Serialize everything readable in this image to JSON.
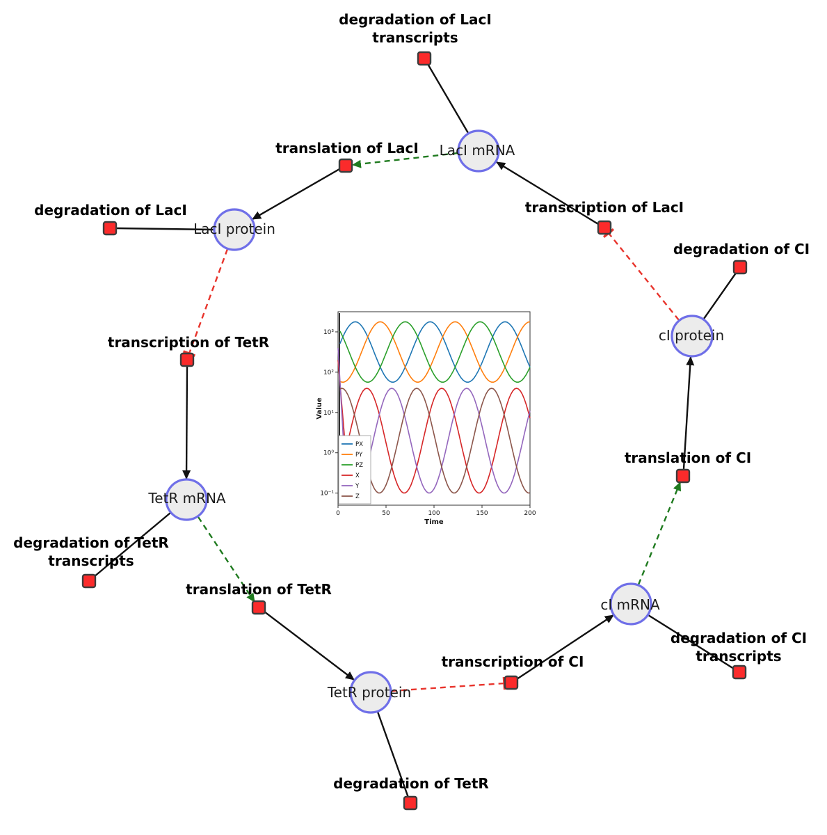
{
  "diagram": {
    "species": [
      {
        "label": "LacI mRNA"
      },
      {
        "label": "LacI protein"
      },
      {
        "label": "cI protein"
      },
      {
        "label": "TetR mRNA"
      },
      {
        "label": "cI mRNA"
      },
      {
        "label": "TetR protein"
      }
    ],
    "reactions": [
      {
        "line1": "degradation of LacI",
        "line2": "transcripts"
      },
      {
        "line1": "translation of LacI",
        "line2": ""
      },
      {
        "line1": "degradation of LacI",
        "line2": ""
      },
      {
        "line1": "transcription of LacI",
        "line2": ""
      },
      {
        "line1": "degradation of CI",
        "line2": ""
      },
      {
        "line1": "transcription of TetR",
        "line2": ""
      },
      {
        "line1": "degradation of TetR",
        "line2": "transcripts"
      },
      {
        "line1": "translation of TetR",
        "line2": ""
      },
      {
        "line1": "degradation of TetR",
        "line2": ""
      },
      {
        "line1": "transcription of CI",
        "line2": ""
      },
      {
        "line1": "degradation of CI",
        "line2": "transcripts"
      },
      {
        "line1": "translation of CI",
        "line2": ""
      }
    ],
    "colors": {
      "species_fill": "#ececec",
      "species_stroke": "#6f6fe8",
      "reaction_fill": "#fb2b2b",
      "reaction_stroke": "#3c3c3c",
      "edge_black": "#111111",
      "edge_activation_green": "#1f7a1f",
      "edge_inhibition_red": "#e8342c"
    }
  },
  "chart_data": {
    "type": "line",
    "title": "",
    "xlabel": "Time",
    "ylabel": "Value",
    "x_range": [
      0,
      200
    ],
    "x_ticks": [
      0,
      50,
      100,
      150,
      200
    ],
    "y_scale": "log",
    "y_ticks_log10": [
      -1,
      0,
      1,
      2,
      3
    ],
    "y_tick_labels": [
      "10⁻¹",
      "10⁰",
      "10¹",
      "10²",
      "10³"
    ],
    "y_log_range": [
      -1.3,
      3.5
    ],
    "grid": false,
    "legend_position": "lower-left",
    "transient_line_x": 1.5,
    "series": [
      {
        "name": "PX",
        "color": "#1f77b4",
        "group": "protein",
        "log10_mean": 2.5,
        "log10_amp": 0.75,
        "period": 78,
        "peak_t": 18
      },
      {
        "name": "PY",
        "color": "#ff7f0e",
        "group": "protein",
        "log10_mean": 2.5,
        "log10_amp": 0.75,
        "period": 78,
        "peak_t": 44
      },
      {
        "name": "PZ",
        "color": "#2ca02c",
        "group": "protein",
        "log10_mean": 2.5,
        "log10_amp": 0.75,
        "period": 78,
        "peak_t": 70
      },
      {
        "name": "X",
        "color": "#d62728",
        "group": "mRNA",
        "log10_mean": 0.3,
        "log10_amp": 1.3,
        "period": 78,
        "peak_t": 30,
        "start_log10": 2.3
      },
      {
        "name": "Y",
        "color": "#9467bd",
        "group": "mRNA",
        "log10_mean": 0.3,
        "log10_amp": 1.3,
        "period": 78,
        "peak_t": 56,
        "start_log10": 2.6
      },
      {
        "name": "Z",
        "color": "#8c564b",
        "group": "mRNA",
        "log10_mean": 0.3,
        "log10_amp": 1.3,
        "period": 78,
        "peak_t": 82
      }
    ]
  }
}
